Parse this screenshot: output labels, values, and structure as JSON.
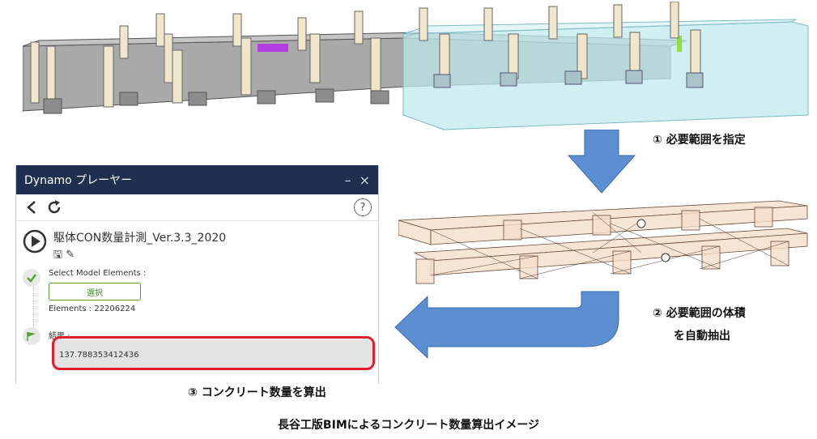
{
  "step1": {
    "label": "① 必要範囲を指定"
  },
  "step2": {
    "line1": "② 必要範囲の体積",
    "line2": "を自動抽出"
  },
  "step3": {
    "label": "③ コンクリート数量を算出"
  },
  "caption": "長谷工版BIMによるコンクリート数量算出イメージ",
  "dynamo": {
    "title": "Dynamo プレーヤー",
    "window_buttons": {
      "minimize": "–",
      "close": "×"
    },
    "toolbar": {
      "back_icon": "chevron-left-icon",
      "refresh_icon": "refresh-icon",
      "help": "?"
    },
    "graph_name": "駆体CON数量計測_Ver.3.3_2020",
    "node_select": {
      "title": "Select Model Elements :",
      "button": "選択",
      "elements": "Elements : 22206224"
    },
    "node_result": {
      "title": "結果 :",
      "value": "137.788353412436"
    }
  },
  "colors": {
    "arrow_blue": "#5b8fd1",
    "titlebar": "#1f2f4f",
    "highlight_red": "#e11f2a",
    "model_gray": "#aaaaaa",
    "column_cream": "#efe6cc",
    "selection_cyan": "#bfe9ee",
    "wire_tan": "#e9c9a7"
  }
}
